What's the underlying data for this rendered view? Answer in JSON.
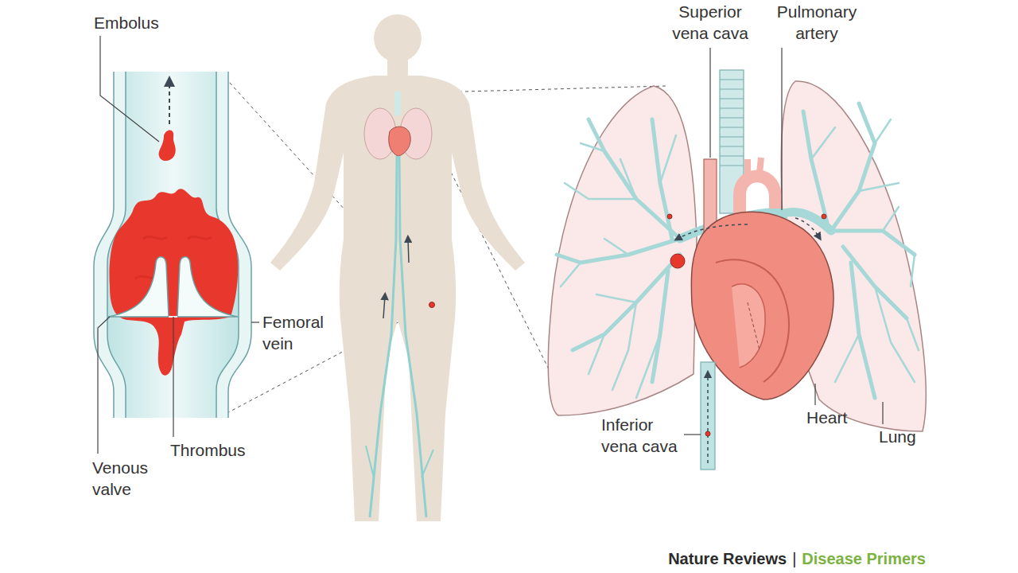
{
  "diagram": {
    "labels": [
      "Embolus",
      "Femoral vein",
      "Venous valve",
      "Thrombus",
      "Superior vena cava",
      "Pulmonary artery",
      "Inferior vena cava",
      "Heart",
      "Lung",
      "Nature Reviews",
      "|",
      "Disease Primers"
    ]
  }
}
